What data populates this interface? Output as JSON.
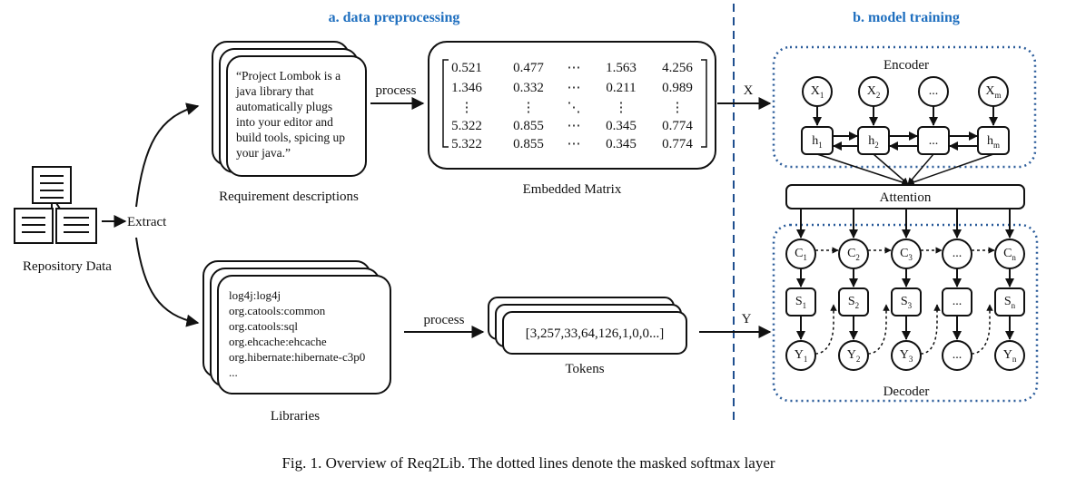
{
  "sections": {
    "preprocessing_title": "a. data preprocessing",
    "training_title": "b. model training"
  },
  "repository": {
    "label": "Repository Data",
    "extract_label": "Extract"
  },
  "requirements": {
    "text_lines": [
      "“Project Lombok is a",
      "java library that",
      "automatically plugs",
      "into your editor and",
      "build tools, spicing up",
      "your java.”"
    ],
    "label": "Requirement descriptions",
    "process_label": "process"
  },
  "embedded": {
    "rows": [
      [
        "0.521",
        "0.477",
        "⋯",
        "1.563",
        "4.256"
      ],
      [
        "1.346",
        "0.332",
        "⋯",
        "0.211",
        "0.989"
      ],
      [
        "⋮",
        "⋮",
        "⋱",
        "⋮",
        "⋮"
      ],
      [
        "5.322",
        "0.855",
        "⋯",
        "0.345",
        "0.774"
      ],
      [
        "5.322",
        "0.855",
        "⋯",
        "0.345",
        "0.774"
      ]
    ],
    "label": "Embedded Matrix",
    "x_label": "X"
  },
  "libraries": {
    "items": [
      "log4j:log4j",
      "org.catools:common",
      "org.catools:sql",
      "org.ehcache:ehcache",
      "org.hibernate:hibernate-c3p0",
      "..."
    ],
    "label": "Libraries",
    "process_label": "process"
  },
  "tokens": {
    "text": "[3,257,33,64,126,1,0,0...]",
    "label": "Tokens",
    "y_label": "Y"
  },
  "encoder": {
    "label": "Encoder",
    "inputs": [
      {
        "base": "X",
        "sub": "1"
      },
      {
        "base": "X",
        "sub": "2"
      },
      {
        "base": "...",
        "sub": ""
      },
      {
        "base": "X",
        "sub": "m"
      }
    ],
    "hidden": [
      {
        "base": "h",
        "sub": "1"
      },
      {
        "base": "h",
        "sub": "2"
      },
      {
        "base": "...",
        "sub": ""
      },
      {
        "base": "h",
        "sub": "m"
      }
    ]
  },
  "attention": {
    "label": "Attention"
  },
  "decoder": {
    "label": "Decoder",
    "contexts": [
      {
        "base": "C",
        "sub": "1"
      },
      {
        "base": "C",
        "sub": "2"
      },
      {
        "base": "C",
        "sub": "3"
      },
      {
        "base": "...",
        "sub": ""
      },
      {
        "base": "C",
        "sub": "n"
      }
    ],
    "states": [
      {
        "base": "S",
        "sub": "1"
      },
      {
        "base": "S",
        "sub": "2"
      },
      {
        "base": "S",
        "sub": "3"
      },
      {
        "base": "...",
        "sub": ""
      },
      {
        "base": "S",
        "sub": "n"
      }
    ],
    "outputs": [
      {
        "base": "Y",
        "sub": "1"
      },
      {
        "base": "Y",
        "sub": "2"
      },
      {
        "base": "Y",
        "sub": "3"
      },
      {
        "base": "...",
        "sub": ""
      },
      {
        "base": "Y",
        "sub": "n"
      }
    ]
  },
  "caption": "Fig. 1.  Overview of Req2Lib. The dotted lines denote the masked softmax layer"
}
